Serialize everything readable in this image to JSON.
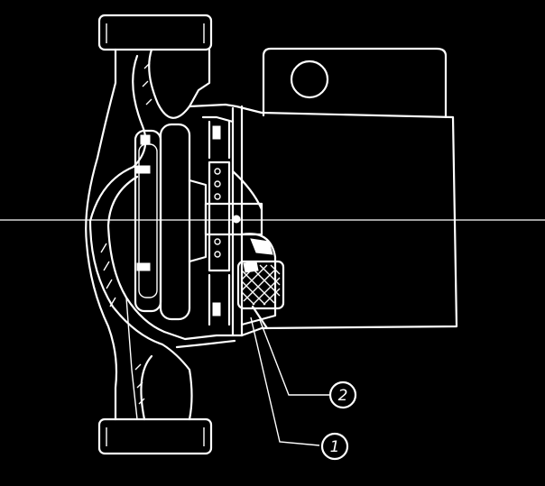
{
  "diagram": {
    "callouts": [
      {
        "id": "callout-1",
        "label": "1"
      },
      {
        "id": "callout-2",
        "label": "2"
      }
    ],
    "colors": {
      "background": "#000000",
      "line": "#ffffff"
    }
  }
}
